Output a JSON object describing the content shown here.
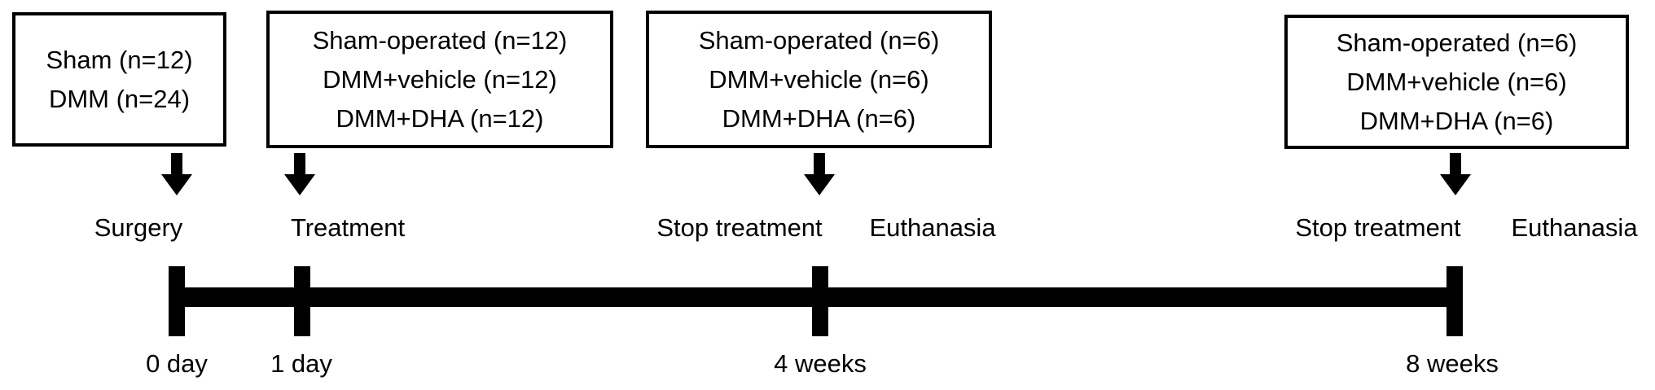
{
  "colors": {
    "ink": "#000000",
    "background": "#ffffff"
  },
  "icons": {
    "down_arrow": "▼"
  },
  "group_boxes": [
    {
      "lines": [
        "Sham (n=12)",
        "DMM (n=24)"
      ]
    },
    {
      "lines": [
        "Sham-operated (n=12)",
        "DMM+vehicle (n=12)",
        "DMM+DHA (n=12)"
      ]
    },
    {
      "lines": [
        "Sham-operated (n=6)",
        "DMM+vehicle (n=6)",
        "DMM+DHA (n=6)"
      ]
    },
    {
      "lines": [
        "Sham-operated (n=6)",
        "DMM+vehicle (n=6)",
        "DMM+DHA (n=6)"
      ]
    }
  ],
  "event_labels": [
    {
      "label": "Surgery"
    },
    {
      "label": "Treatment"
    },
    {
      "label": "Stop treatment"
    },
    {
      "label": "Euthanasia"
    },
    {
      "label": "Stop treatment"
    },
    {
      "label": "Euthanasia"
    }
  ],
  "timeline": {
    "tick_labels": [
      {
        "label": "0 day"
      },
      {
        "label": "1 day"
      },
      {
        "label": "4 weeks"
      },
      {
        "label": "8 weeks"
      }
    ]
  }
}
